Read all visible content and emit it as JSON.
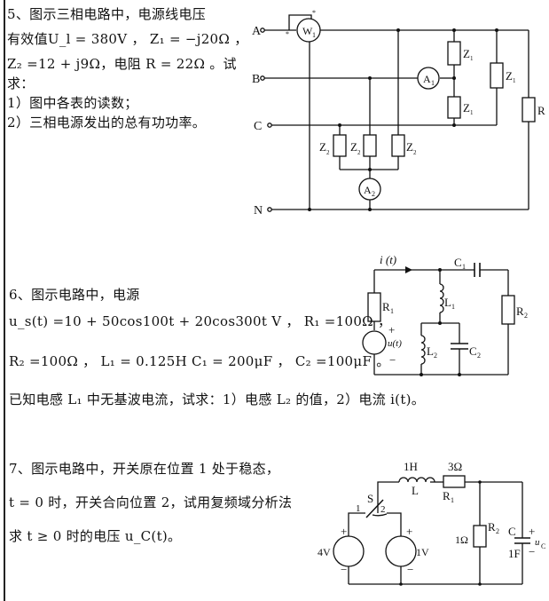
{
  "problem5": {
    "line1": "5、图示三相电路中，电源线电压",
    "line2": "有效值U_l = 380V ， Z₁ = −j20Ω ，",
    "line3": "Z₂ =12 + j9Ω，电阻 R = 22Ω 。试",
    "line4": "求：",
    "line5": "1）图中各表的读数；",
    "line6": "2）三相电源发出的总有功功率。",
    "circuit": {
      "terminal_a": "A",
      "terminal_b": "B",
      "terminal_c": "C",
      "terminal_n": "N",
      "wattmeter": "W",
      "wattmeter_sub": "1",
      "ammeter1": "A",
      "ammeter1_sub": "1",
      "ammeter2": "A",
      "ammeter2_sub": "2",
      "z1_label": "Z",
      "z1_sub": "1",
      "z2_label": "Z",
      "z2_sub": "2",
      "r_label": "R",
      "star_mark": "*"
    }
  },
  "problem6": {
    "line1": "6、图示电路中，电源",
    "line2": "u_s(t) =10 + 50cos100t + 20cos300t  V ，  R₁ =100Ω ，",
    "line3": "R₂ =100Ω ， L₁ = 0.125H  C₁ = 200μF ， C₂ =100μF 。",
    "line4": "已知电感 L₁ 中无基波电流，试求：1）电感 L₂ 的值，2）电流 i(t)。",
    "circuit": {
      "current_label": "i (t)",
      "c1": "C",
      "c1_sub": "1",
      "r1": "R",
      "r1_sub": "1",
      "l1": "L",
      "l1_sub": "1",
      "r2": "R",
      "r2_sub": "2",
      "l2": "L",
      "l2_sub": "2",
      "c2": "C",
      "c2_sub": "2",
      "source": "u(t)",
      "plus": "+",
      "minus": "−"
    }
  },
  "problem7": {
    "line1": "7、图示电路中，开关原在位置 1 处于稳态，",
    "line2": "t = 0 时，开关合向位置 2，试用复频域分析法",
    "line3": "求 t ≥ 0 时的电压 u_C(t)。",
    "circuit": {
      "inductor_value": "1H",
      "inductor_label": "L",
      "r1_value": "3Ω",
      "r1_label": "R",
      "r1_sub": "1",
      "switch_label": "S",
      "pos1": "1",
      "pos2": "2",
      "source1": "4V",
      "source2": "1V",
      "r2_value": "1Ω",
      "r2_label": "R",
      "r2_sub": "2",
      "c_label": "C",
      "c_value": "1F",
      "uc_label": "u",
      "uc_sub": "C",
      "plus": "+",
      "minus": "−"
    }
  }
}
